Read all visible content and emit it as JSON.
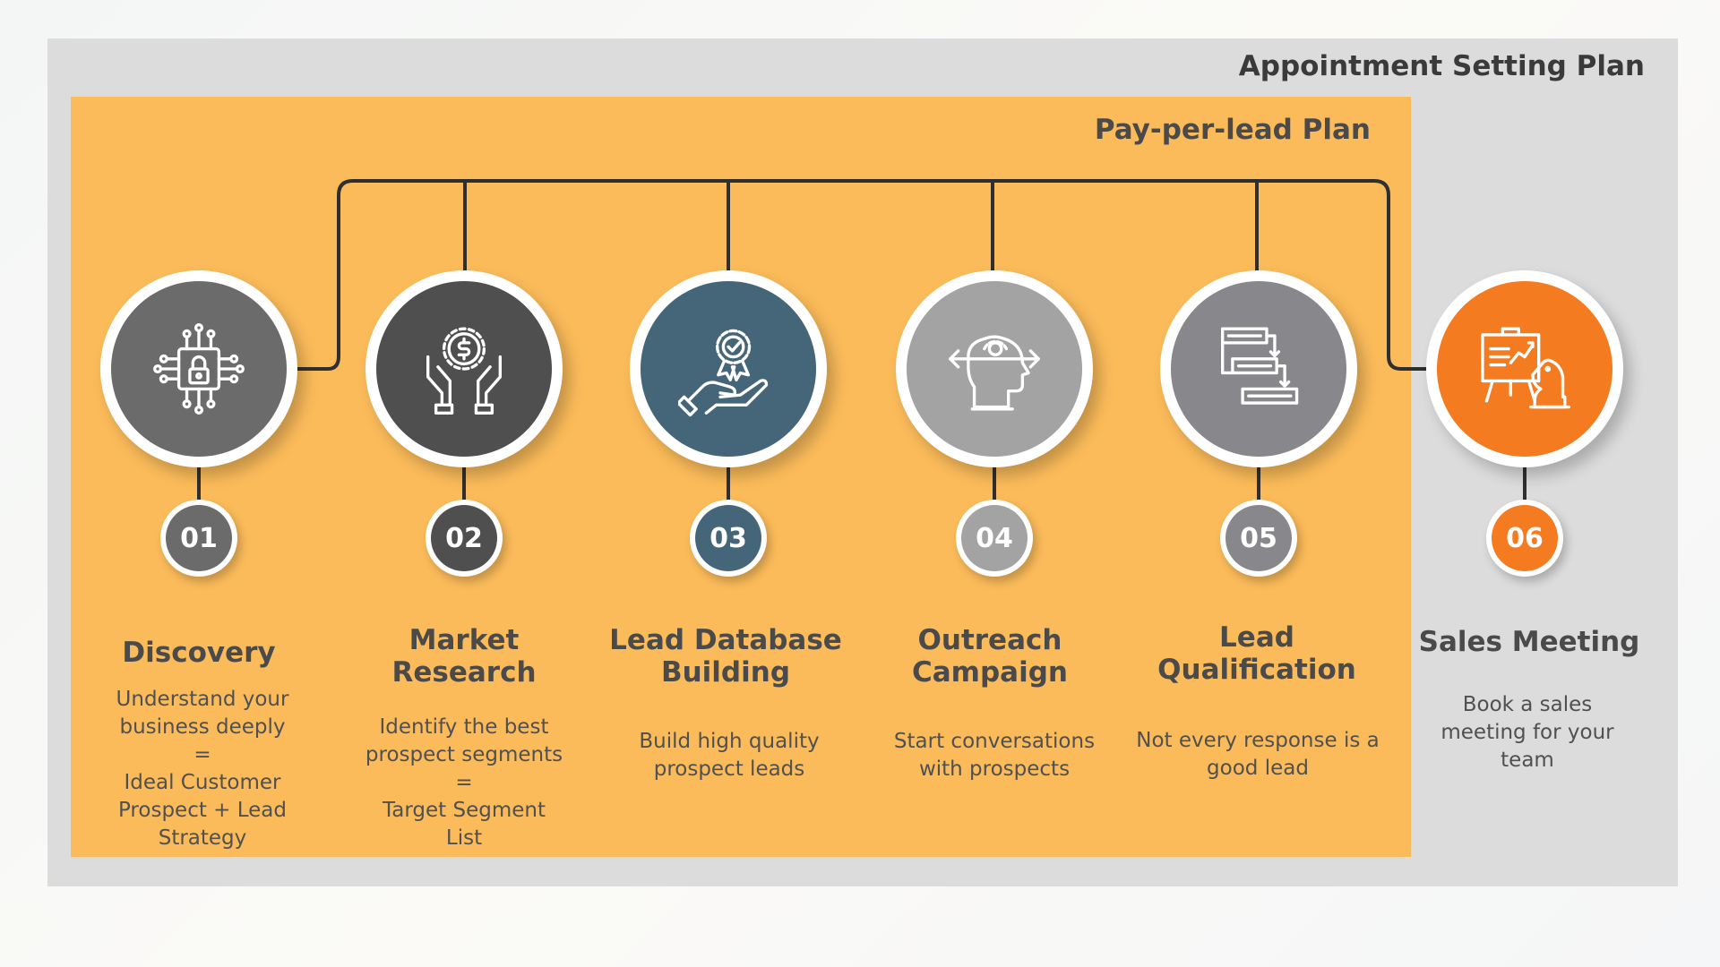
{
  "header": {
    "title": "Appointment Setting Plan",
    "subtitle": "Pay-per-lead Plan"
  },
  "colors": {
    "outer_panel": "#dcdcdc",
    "inner_panel": "#fbbb5a",
    "step1": "#6b6b6b",
    "step2": "#4f4f4f",
    "step3": "#456579",
    "step4": "#a3a3a3",
    "step5": "#88878b",
    "step6": "#f47b20",
    "connector": "#2f2f2f"
  },
  "steps": [
    {
      "number": "01",
      "title_lines": [
        "Discovery"
      ],
      "desc_lines": [
        "Understand your",
        "business deeply",
        "=",
        "Ideal Customer",
        "Prospect + Lead",
        "Strategy"
      ],
      "icon": "circuit-lock-icon"
    },
    {
      "number": "02",
      "title_lines": [
        "Market",
        "Research"
      ],
      "desc_lines": [
        "Identify the best",
        "prospect segments",
        "=",
        "Target Segment",
        "List"
      ],
      "icon": "hands-dollar-gear-icon"
    },
    {
      "number": "03",
      "title_lines": [
        "Lead Database",
        "Building"
      ],
      "desc_lines": [
        "Build high quality",
        "prospect leads"
      ],
      "icon": "hand-award-badge-icon"
    },
    {
      "number": "04",
      "title_lines": [
        "Outreach",
        "Campaign"
      ],
      "desc_lines": [
        "Start conversations",
        "with prospects"
      ],
      "icon": "head-gear-arrows-icon"
    },
    {
      "number": "05",
      "title_lines": [
        "Lead",
        "Qualification"
      ],
      "desc_lines": [
        "Not every response is a",
        "good lead"
      ],
      "icon": "flowchart-filter-icon"
    },
    {
      "number": "06",
      "title_lines": [
        "Sales Meeting"
      ],
      "desc_lines": [
        "Book a sales",
        "meeting for your",
        "team"
      ],
      "icon": "presentation-chess-knight-icon"
    }
  ]
}
